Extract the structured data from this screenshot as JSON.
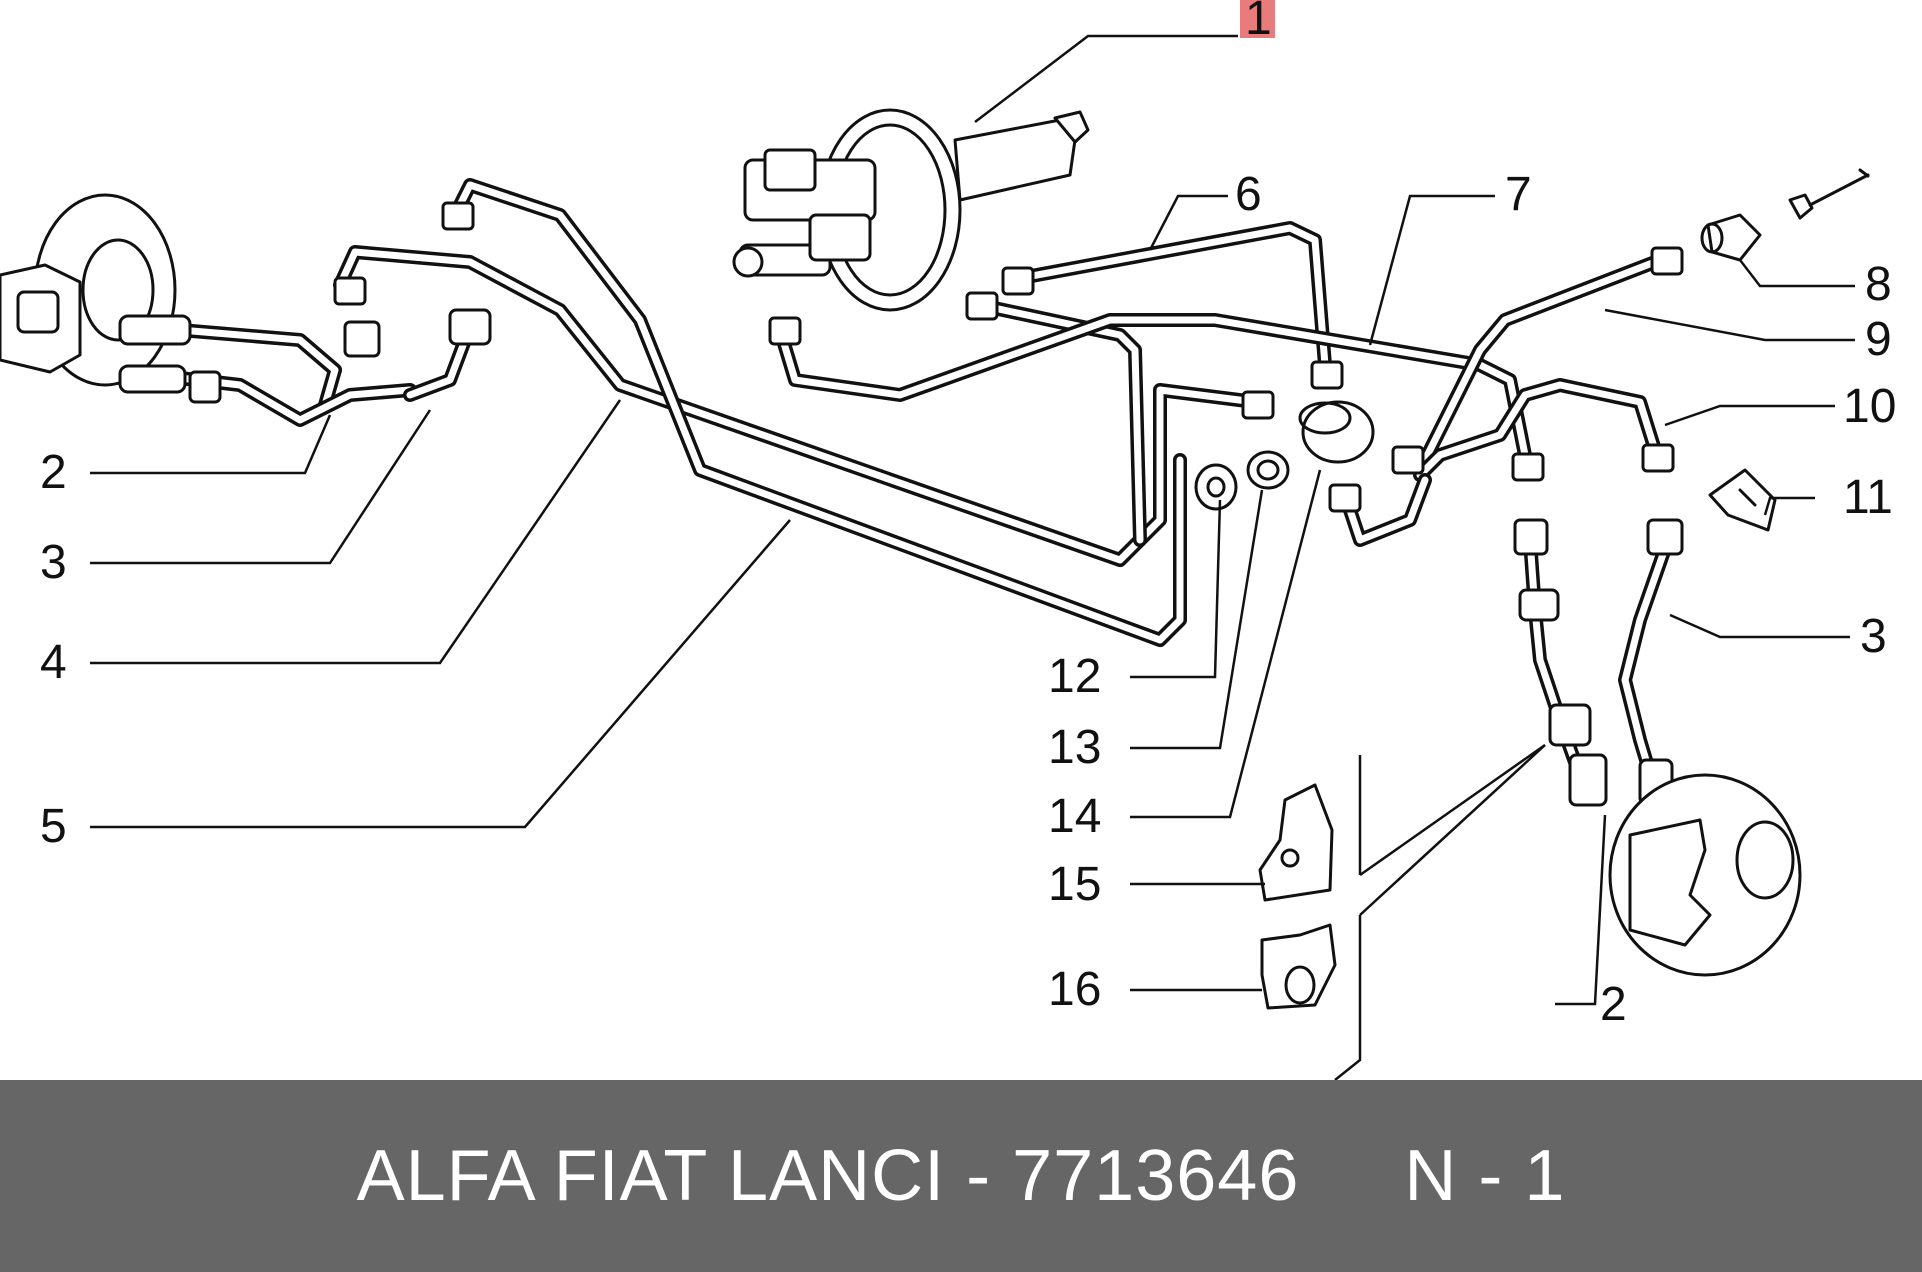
{
  "callouts": {
    "c1": "1",
    "c2_left": "2",
    "c3_left": "3",
    "c4": "4",
    "c5": "5",
    "c6": "6",
    "c7": "7",
    "c8": "8",
    "c9": "9",
    "c10": "10",
    "c11": "11",
    "c3_right": "3",
    "c12": "12",
    "c13": "13",
    "c14": "14",
    "c15": "15",
    "c16": "16",
    "c2_right": "2"
  },
  "footer": {
    "text": "ALFA FIAT LANCI - 7713646     N - 1"
  },
  "colors": {
    "footer_background": "#666666",
    "footer_text": "#ffffff",
    "callout_highlight": "#e87c7c",
    "line_art": "#111111"
  }
}
